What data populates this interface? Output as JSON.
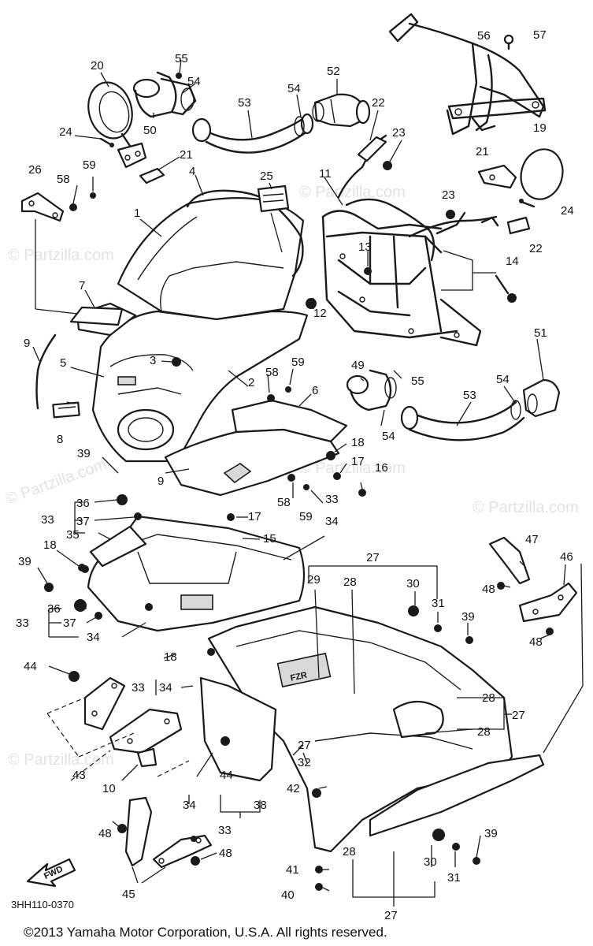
{
  "watermark": "© Partzilla.com",
  "diagram_code": "3HH110-0370",
  "forward_label": "FWD",
  "copyright": "©2013  Yamaha Motor Corporation, U.S.A. All rights reserved.",
  "decal_text": "FZR",
  "callouts": [
    {
      "id": "c1",
      "t": "1"
    },
    {
      "id": "c2",
      "t": "2"
    },
    {
      "id": "c3",
      "t": "3"
    },
    {
      "id": "c4",
      "t": "4"
    },
    {
      "id": "c5",
      "t": "5"
    },
    {
      "id": "c6",
      "t": "6"
    },
    {
      "id": "c7",
      "t": "7"
    },
    {
      "id": "c8",
      "t": "8"
    },
    {
      "id": "c9a",
      "t": "9"
    },
    {
      "id": "c9b",
      "t": "9"
    },
    {
      "id": "c10",
      "t": "10"
    },
    {
      "id": "c11",
      "t": "11"
    },
    {
      "id": "c12",
      "t": "12"
    },
    {
      "id": "c13",
      "t": "13"
    },
    {
      "id": "c14",
      "t": "14"
    },
    {
      "id": "c15",
      "t": "15"
    },
    {
      "id": "c16",
      "t": "16"
    },
    {
      "id": "c17a",
      "t": "17"
    },
    {
      "id": "c17b",
      "t": "17"
    },
    {
      "id": "c18a",
      "t": "18"
    },
    {
      "id": "c18b",
      "t": "18"
    },
    {
      "id": "c18c",
      "t": "18"
    },
    {
      "id": "c19",
      "t": "19"
    },
    {
      "id": "c20",
      "t": "20"
    },
    {
      "id": "c21a",
      "t": "21"
    },
    {
      "id": "c21b",
      "t": "21"
    },
    {
      "id": "c22a",
      "t": "22"
    },
    {
      "id": "c22b",
      "t": "22"
    },
    {
      "id": "c23a",
      "t": "23"
    },
    {
      "id": "c23b",
      "t": "23"
    },
    {
      "id": "c24a",
      "t": "24"
    },
    {
      "id": "c24b",
      "t": "24"
    },
    {
      "id": "c25",
      "t": "25"
    },
    {
      "id": "c26",
      "t": "26"
    },
    {
      "id": "c27a",
      "t": "27"
    },
    {
      "id": "c27b",
      "t": "27"
    },
    {
      "id": "c27c",
      "t": "27"
    },
    {
      "id": "c27d",
      "t": "27"
    },
    {
      "id": "c28a",
      "t": "28"
    },
    {
      "id": "c28b",
      "t": "28"
    },
    {
      "id": "c28c",
      "t": "28"
    },
    {
      "id": "c28d",
      "t": "28"
    },
    {
      "id": "c29",
      "t": "29"
    },
    {
      "id": "c30a",
      "t": "30"
    },
    {
      "id": "c30b",
      "t": "30"
    },
    {
      "id": "c31a",
      "t": "31"
    },
    {
      "id": "c31b",
      "t": "31"
    },
    {
      "id": "c32",
      "t": "32"
    },
    {
      "id": "c33a",
      "t": "33"
    },
    {
      "id": "c33b",
      "t": "33"
    },
    {
      "id": "c33c",
      "t": "33"
    },
    {
      "id": "c33d",
      "t": "33"
    },
    {
      "id": "c33e",
      "t": "33"
    },
    {
      "id": "c34a",
      "t": "34"
    },
    {
      "id": "c34b",
      "t": "34"
    },
    {
      "id": "c34c",
      "t": "34"
    },
    {
      "id": "c34d",
      "t": "34"
    },
    {
      "id": "c35",
      "t": "35"
    },
    {
      "id": "c36a",
      "t": "36"
    },
    {
      "id": "c36b",
      "t": "36"
    },
    {
      "id": "c37a",
      "t": "37"
    },
    {
      "id": "c37b",
      "t": "37"
    },
    {
      "id": "c38",
      "t": "38"
    },
    {
      "id": "c39a",
      "t": "39"
    },
    {
      "id": "c39b",
      "t": "39"
    },
    {
      "id": "c39c",
      "t": "39"
    },
    {
      "id": "c39d",
      "t": "39"
    },
    {
      "id": "c40",
      "t": "40"
    },
    {
      "id": "c41",
      "t": "41"
    },
    {
      "id": "c42",
      "t": "42"
    },
    {
      "id": "c43",
      "t": "43"
    },
    {
      "id": "c44a",
      "t": "44"
    },
    {
      "id": "c44b",
      "t": "44"
    },
    {
      "id": "c45",
      "t": "45"
    },
    {
      "id": "c46",
      "t": "46"
    },
    {
      "id": "c47",
      "t": "47"
    },
    {
      "id": "c48a",
      "t": "48"
    },
    {
      "id": "c48b",
      "t": "48"
    },
    {
      "id": "c48c",
      "t": "48"
    },
    {
      "id": "c48d",
      "t": "48"
    },
    {
      "id": "c49",
      "t": "49"
    },
    {
      "id": "c50",
      "t": "50"
    },
    {
      "id": "c51",
      "t": "51"
    },
    {
      "id": "c52",
      "t": "52"
    },
    {
      "id": "c53a",
      "t": "53"
    },
    {
      "id": "c53b",
      "t": "53"
    },
    {
      "id": "c54a",
      "t": "54"
    },
    {
      "id": "c54b",
      "t": "54"
    },
    {
      "id": "c54c",
      "t": "54"
    },
    {
      "id": "c54d",
      "t": "54"
    },
    {
      "id": "c55a",
      "t": "55"
    },
    {
      "id": "c55b",
      "t": "55"
    },
    {
      "id": "c56",
      "t": "56"
    },
    {
      "id": "c57",
      "t": "57"
    },
    {
      "id": "c58a",
      "t": "58"
    },
    {
      "id": "c58b",
      "t": "58"
    },
    {
      "id": "c58c",
      "t": "58"
    },
    {
      "id": "c59a",
      "t": "59"
    },
    {
      "id": "c59b",
      "t": "59"
    },
    {
      "id": "c59c",
      "t": "59"
    }
  ]
}
